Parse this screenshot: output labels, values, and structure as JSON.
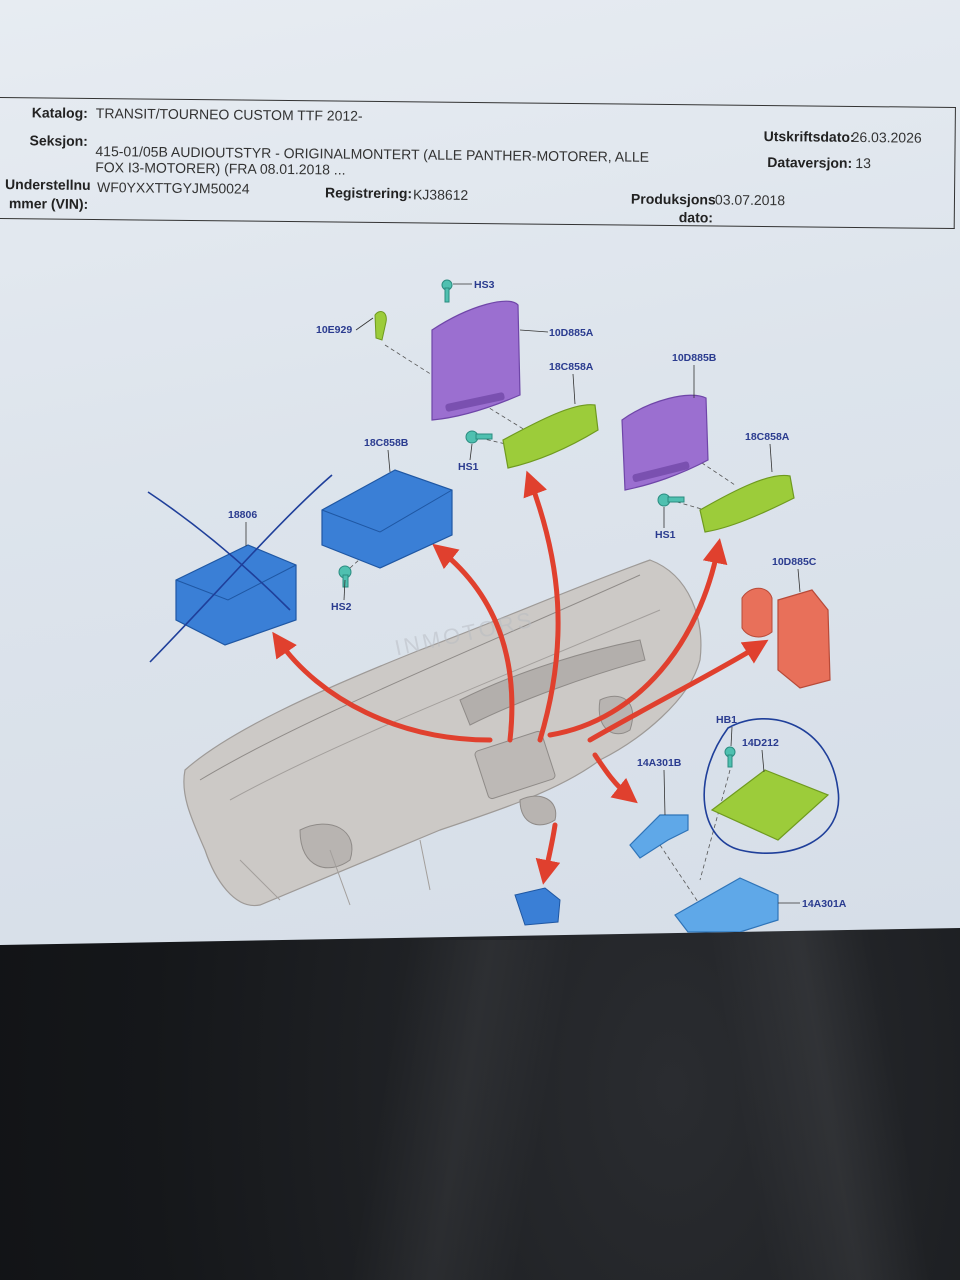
{
  "header": {
    "katalog_label": "Katalog:",
    "katalog_value": "TRANSIT/TOURNEO CUSTOM TTF 2012-",
    "seksjon_label": "Seksjon:",
    "seksjon_value_line1": "415-01/05B AUDIOUTSTYR - ORIGINALMONTERT (ALLE PANTHER-MOTORER, ALLE",
    "seksjon_value_line2": "FOX I3-MOTORER) (FRA 08.01.2018 ...",
    "understell_label_line1": "Understellnu",
    "understell_label_line2": "mmer (VIN):",
    "understell_value": "WF0YXXTTGYJM50024",
    "registrering_label": "Registrering:",
    "registrering_value": "KJ38612",
    "produksjon_label_line1": "Produksjons",
    "produksjon_label_line2": "dato:",
    "produksjon_value": "03.07.2018",
    "utskrift_label": "Utskriftsdato:",
    "utskrift_value": "26.03.2026",
    "dataversjon_label": "Dataversjon:",
    "dataversjon_value": "13"
  },
  "parts": {
    "hs3": "HS3",
    "p10e929": "10E929",
    "p10d885a": "10D885A",
    "p18c858a_1": "18C858A",
    "hs1_a": "HS1",
    "p10d885b": "10D885B",
    "p18c858a_2": "18C858A",
    "hs1_b": "HS1",
    "p18c858b": "18C858B",
    "p18806": "18806",
    "hs2": "HS2",
    "p10d885c": "10D885C",
    "hb1": "HB1",
    "p14d212": "14D212",
    "p14a301b": "14A301B",
    "p14a301a": "14A301A"
  },
  "watermark": "INMOTORS",
  "colors": {
    "purple": "#9b6fd0",
    "green": "#9ccc3a",
    "blue": "#3a7fd6",
    "light_blue": "#5fa8e8",
    "salmon": "#e8705a",
    "teal": "#4fc0b0",
    "arrow_red": "#e0402e",
    "dashboard_grey": "#c9c6c3",
    "pen_blue": "#1f3f9a"
  }
}
